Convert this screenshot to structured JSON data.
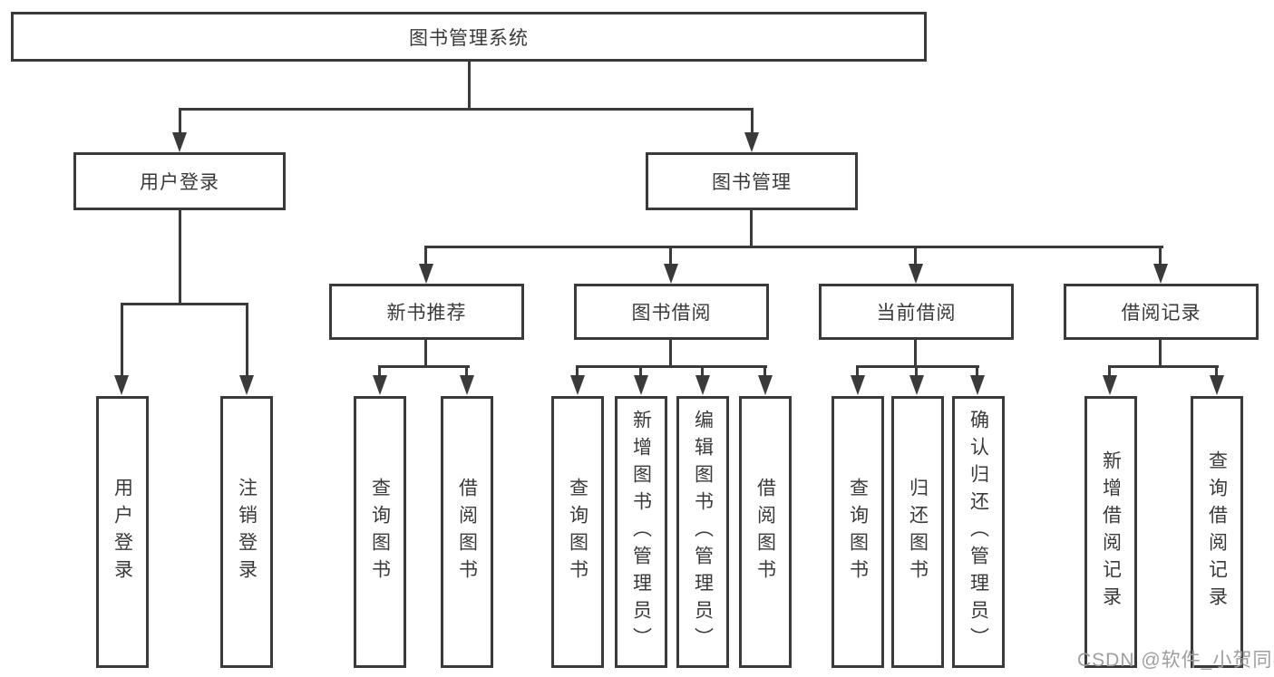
{
  "nodes": {
    "root": "图书管理系统",
    "user_login": "用户登录",
    "book_mgmt": "图书管理",
    "new_book_rec": "新书推荐",
    "book_borrow": "图书借阅",
    "current_borrow": "当前借阅",
    "borrow_record": "借阅记录",
    "leaf_user_login": "用户登录",
    "leaf_logout": "注销登录",
    "leaf_rec_query": "查询图书",
    "leaf_rec_borrow": "借阅图书",
    "leaf_bb_query": "查询图书",
    "leaf_bb_add": "新增图书（管理员）",
    "leaf_bb_edit": "编辑图书（管理员）",
    "leaf_bb_borrow": "借阅图书",
    "leaf_cb_query": "查询图书",
    "leaf_cb_return": "归还图书",
    "leaf_cb_confirm": "确认归还（管理员）",
    "leaf_br_add": "新增借阅记录",
    "leaf_br_query": "查询借阅记录"
  },
  "watermark": "CSDN @软件_小贺同学",
  "colors": {
    "line": "#3a3a3a",
    "text": "#3a3a3a",
    "watermark": "#9e9e9e",
    "background": "#ffffff"
  }
}
